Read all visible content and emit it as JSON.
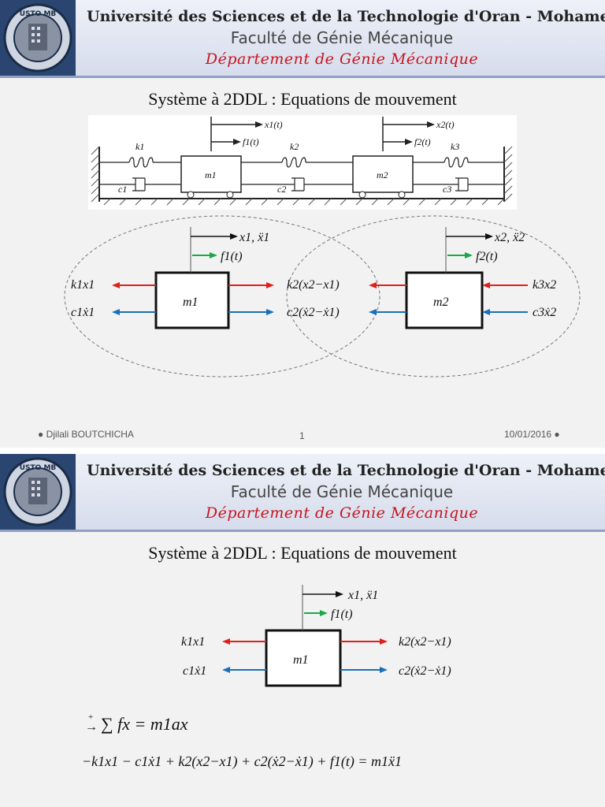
{
  "header": {
    "university": "Université des Sciences et de la Technologie d'Oran - Mohamed Boudiaf",
    "faculty": "Faculté de Génie Mécanique",
    "department": "Département de Génie Mécanique",
    "logo_text": "USTO MB"
  },
  "slide1": {
    "title": "Système à 2DDL : Equations de mouvement",
    "footer_author": "● Djilali  BOUTCHICHA",
    "footer_page": "1",
    "footer_date": "10/01/2016 ●",
    "schematic": {
      "x1": "x1(t)",
      "x2": "x2(t)",
      "f1": "f1(t)",
      "f2": "f2(t)",
      "k1": "k1",
      "k2": "k2",
      "k3": "k3",
      "c1": "c1",
      "c2": "c2",
      "c3": "c3",
      "m1": "m1",
      "m2": "m2"
    },
    "fbd": {
      "x1": "x1, ẍ1",
      "f1": "f1(t)",
      "x2": "x2, ẍ2",
      "f2": "f2(t)",
      "k1x1": "k1x1",
      "c1x1": "c1ẋ1",
      "k2": "k2(x2−x1)",
      "c2": "c2(ẋ2−ẋ1)",
      "k3x2": "k3x2",
      "c3x2": "c3ẋ2",
      "m1": "m1",
      "m2": "m2"
    },
    "colors": {
      "spring_force": "#e0201c",
      "damper_force": "#1a6fb8",
      "applied_force": "#1aa84a"
    }
  },
  "slide2": {
    "title": "Système à 2DDL : Equations de mouvement",
    "fbd": {
      "x1": "x1, ẍ1",
      "f1": "f1(t)",
      "k1x1": "k1x1",
      "c1x1": "c1ẋ1",
      "k2": "k2(x2−x1)",
      "c2": "c2(ẋ2−ẋ1)",
      "m1": "m1"
    },
    "sum_eq": "∑ fx = m1ax",
    "sum_sign": "+",
    "motion_eq": "−k1x1 − c1ẋ1 + k2(x2−x1) + c2(ẋ2−ẋ1) + f1(t) = m1ẍ1"
  }
}
